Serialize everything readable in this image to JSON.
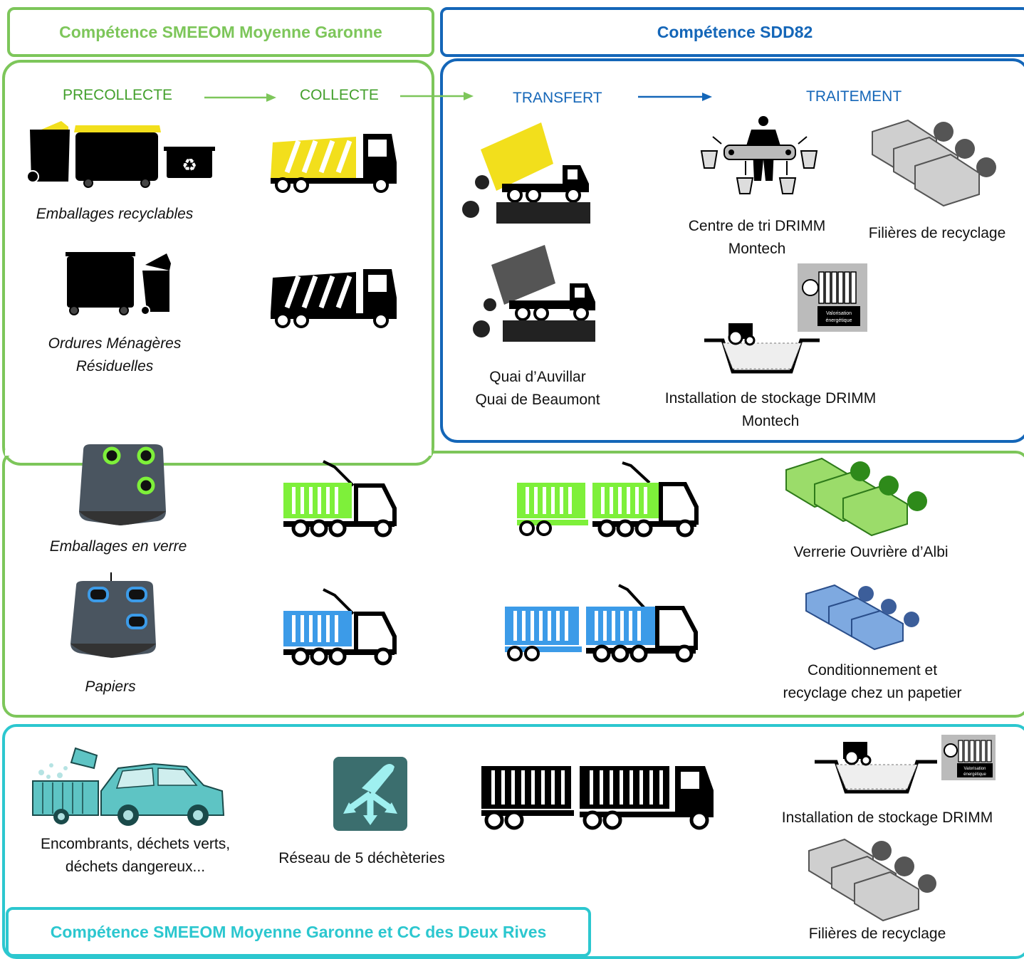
{
  "headers": {
    "smeeom": "Compétence SMEEOM Moyenne Garonne",
    "sdd82": "Compétence SDD82",
    "smeeom_cc": "Compétence SMEEOM Moyenne Garonne et CC des Deux Rives"
  },
  "steps": {
    "precollecte": "PRECOLLECTE",
    "collecte": "COLLECTE",
    "transfert": "TRANSFERT",
    "traitement": "TRAITEMENT"
  },
  "labels": {
    "emballages_recyclables": "Emballages recyclables",
    "omr_line1": "Ordures Ménagères",
    "omr_line2": "Résiduelles",
    "quai_line1": "Quai d’Auvillar",
    "quai_line2": "Quai de Beaumont",
    "centre_tri_line1": "Centre de tri DRIMM",
    "centre_tri_line2": "Montech",
    "filieres_recyclage": "Filières de recyclage",
    "stockage_line1": "Installation de stockage DRIMM",
    "stockage_line2": "Montech",
    "emballages_verre": "Emballages en verre",
    "verrerie": "Verrerie Ouvrière d’Albi",
    "papiers": "Papiers",
    "papetier_line1": "Conditionnement et",
    "papetier_line2": "recyclage chez un papetier",
    "encombrants_line1": "Encombrants, déchets verts,",
    "encombrants_line2": "déchets dangereux...",
    "reseau_decheteries": "Réseau de 5 déchèteries",
    "stockage_bottom": "Installation de stockage DRIMM",
    "filieres_bottom": "Filières de recyclage",
    "valorisation_line1": "Valorisation",
    "valorisation_line2": "énergétique"
  },
  "colors": {
    "green": "#7dc65a",
    "blue": "#1466b8",
    "cyan": "#2cc7cf",
    "yellow": "#f2df1c",
    "glass_green": "#7ef03a",
    "paper_blue": "#3c9be8"
  },
  "icons": [
    "bin-icon",
    "truck-icon",
    "dump-truck-icon",
    "sorting-center-icon",
    "factory-icon",
    "landfill-icon",
    "radiator-icon",
    "container-icon",
    "car-icon",
    "recycle-symbol-icon"
  ]
}
